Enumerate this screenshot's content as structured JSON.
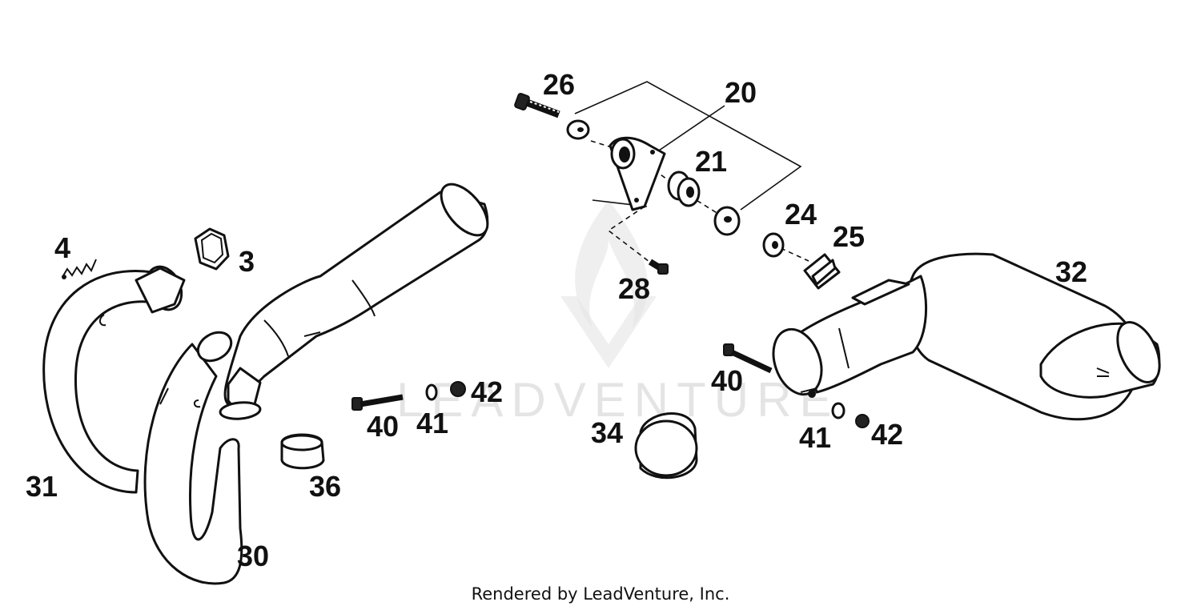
{
  "diagram": {
    "callouts": {
      "c26": "26",
      "c20": "20",
      "c21": "21",
      "c24": "24",
      "c25": "25",
      "c28": "28",
      "c32": "32",
      "c4": "4",
      "c3": "3",
      "c40_left": "40",
      "c41_left": "41",
      "c42_left": "42",
      "c34": "34",
      "c36": "36",
      "c31": "31",
      "c30": "30",
      "c40_right": "40",
      "c41_right": "41",
      "c42_right": "42"
    },
    "watermark": "LEADVENTURE"
  },
  "footer": {
    "text": "Rendered by LeadVenture, Inc."
  }
}
